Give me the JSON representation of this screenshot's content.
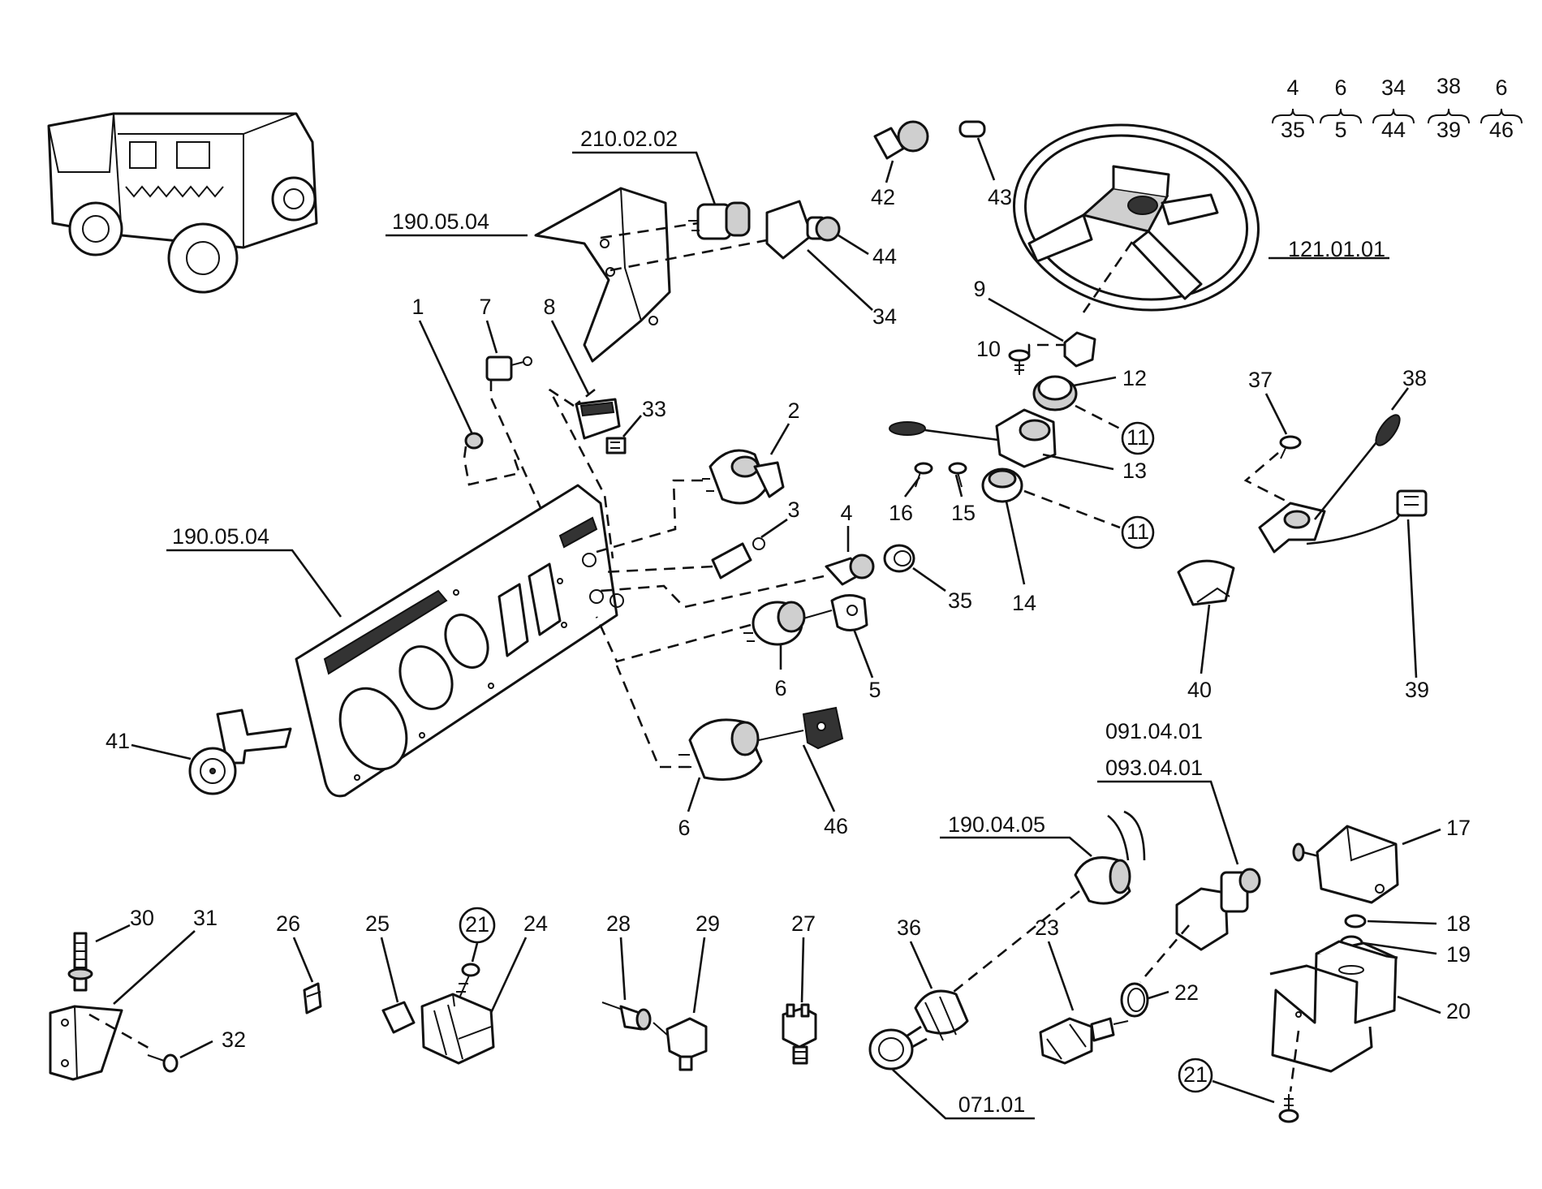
{
  "ref_codes": {
    "r210_02_02": "210.02.02",
    "r190_05_04_top": "190.05.04",
    "r121_01_01": "121.01.01",
    "r190_05_04_panel": "190.05.04",
    "r091_04_01": "091.04.01",
    "r093_04_01": "093.04.01",
    "r190_04_05": "190.04.05",
    "r071_01": "071.01"
  },
  "legend": [
    {
      "top": "4",
      "bottom": "35"
    },
    {
      "top": "6",
      "bottom": "5"
    },
    {
      "top": "34",
      "bottom": "44"
    },
    {
      "top": "38",
      "bottom": "39"
    },
    {
      "top": "6",
      "bottom": "46"
    }
  ],
  "callouts": {
    "p1": "1",
    "p2": "2",
    "p3": "3",
    "p4": "4",
    "p5": "5",
    "p6a": "6",
    "p6b": "6",
    "p7": "7",
    "p8": "8",
    "p9": "9",
    "p10": "10",
    "p11a": "11",
    "p11b": "11",
    "p12": "12",
    "p13": "13",
    "p14": "14",
    "p15": "15",
    "p16": "16",
    "p17": "17",
    "p18": "18",
    "p19": "19",
    "p20": "20",
    "p21a": "21",
    "p21b": "21",
    "p22": "22",
    "p23": "23",
    "p24": "24",
    "p25": "25",
    "p26": "26",
    "p27": "27",
    "p28": "28",
    "p29": "29",
    "p30": "30",
    "p31": "31",
    "p32": "32",
    "p33": "33",
    "p34": "34",
    "p35": "35",
    "p36": "36",
    "p37": "37",
    "p38": "38",
    "p39": "39",
    "p40": "40",
    "p41": "41",
    "p42": "42",
    "p43": "43",
    "p44": "44",
    "p46": "46"
  }
}
